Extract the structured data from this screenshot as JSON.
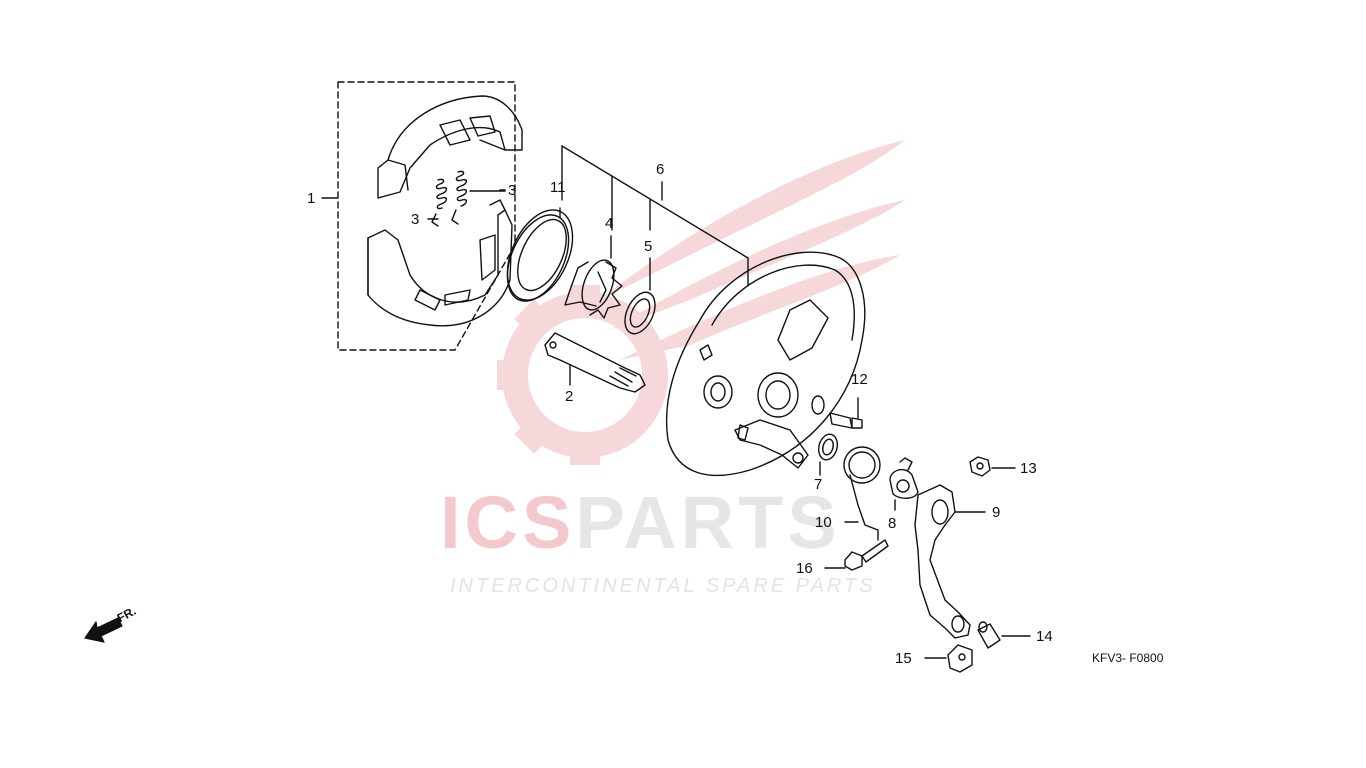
{
  "watermark": {
    "brand_left": "ICS",
    "brand_right": "PARTS",
    "tagline": "INTERCONTINENTAL SPARE PARTS",
    "brand_color_red": "#f3c9ce",
    "brand_color_gray": "#e6e6e6"
  },
  "direction_label": "FR.",
  "diagram_code": "KFV3- F0800",
  "callouts": {
    "c1": "1",
    "c2": "2",
    "c3a": "3",
    "c3b": "3",
    "c4": "4",
    "c5": "5",
    "c6": "6",
    "c7": "7",
    "c8": "8",
    "c9": "9",
    "c10": "10",
    "c11": "11",
    "c12": "12",
    "c13": "13",
    "c14": "14",
    "c15": "15",
    "c16": "16"
  },
  "icons": [
    "arrow-front-icon",
    "watermark-logo-icon"
  ]
}
